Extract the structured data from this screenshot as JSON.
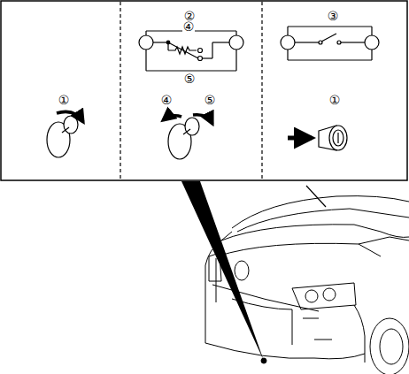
{
  "diagram": {
    "labels": [
      "①",
      "②",
      "④",
      "⑤",
      "④",
      "⑤",
      "③",
      "①"
    ]
  }
}
